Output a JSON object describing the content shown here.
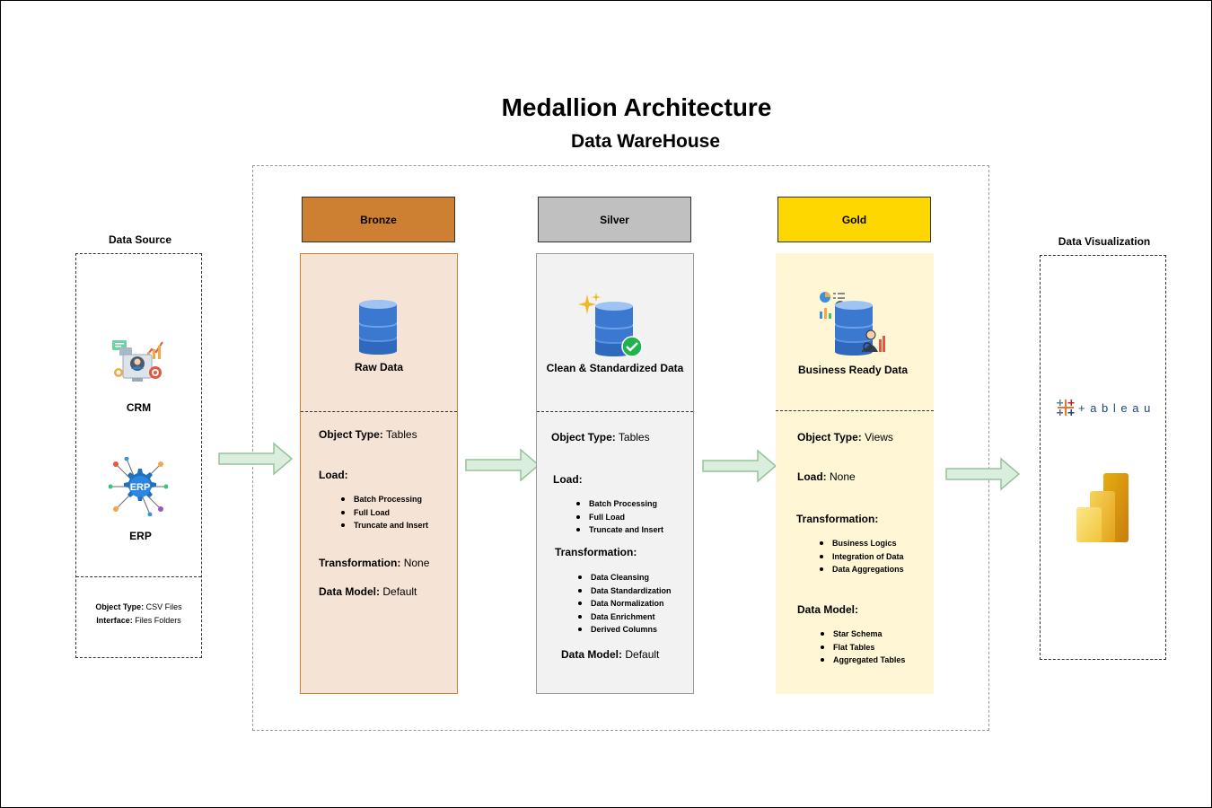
{
  "title": "Medallion Architecture",
  "subtitle": "Data WareHouse",
  "source": {
    "label": "Data Source",
    "crm": "CRM",
    "erp": "ERP",
    "erp_icon_text": "ERP",
    "object_type_key": "Object Type:",
    "object_type_val": "CSV Files",
    "interface_key": "Interface:",
    "interface_val": "Files Folders"
  },
  "bronze": {
    "header": "Bronze",
    "caption": "Raw Data",
    "object_type_key": "Object Type:",
    "object_type_val": "Tables",
    "load_key": "Load:",
    "load_items": [
      "Batch Processing",
      "Full Load",
      "Truncate and Insert"
    ],
    "transformation_key": "Transformation:",
    "transformation_val": "None",
    "data_model_key": "Data Model:",
    "data_model_val": "Default"
  },
  "silver": {
    "header": "Silver",
    "caption": "Clean & Standardized Data",
    "object_type_key": "Object Type:",
    "object_type_val": "Tables",
    "load_key": "Load:",
    "load_items": [
      "Batch Processing",
      "Full Load",
      "Truncate and Insert"
    ],
    "transformation_key": "Transformation:",
    "transformation_items": [
      "Data Cleansing",
      "Data Standardization",
      "Data Normalization",
      "Data Enrichment",
      "Derived Columns"
    ],
    "data_model_key": "Data Model:",
    "data_model_val": "Default"
  },
  "gold": {
    "header": "Gold",
    "caption": "Business Ready Data",
    "object_type_key": "Object Type:",
    "object_type_val": "Views",
    "load_key": "Load:",
    "load_val": "None",
    "transformation_key": "Transformation:",
    "transformation_items": [
      "Business Logics",
      "Integration of Data",
      "Data Aggregations"
    ],
    "data_model_key": "Data Model:",
    "data_model_items": [
      "Star Schema",
      "Flat Tables",
      "Aggregated Tables"
    ]
  },
  "visualization": {
    "label": "Data Visualization",
    "tableau_wordmark": "+ a b l e a u"
  },
  "colors": {
    "bronze_header": "#cd7f32",
    "bronze_body": "#f5e3d5",
    "bronze_border": "#cd7f32",
    "silver_header": "#c0c0c0",
    "silver_body": "#f2f2f2",
    "gold_header": "#ffd700",
    "gold_body": "#fff6d5",
    "arrow_fill": "#dbeedd",
    "arrow_stroke": "#96c29a",
    "db_blue": "#3b78d0"
  }
}
